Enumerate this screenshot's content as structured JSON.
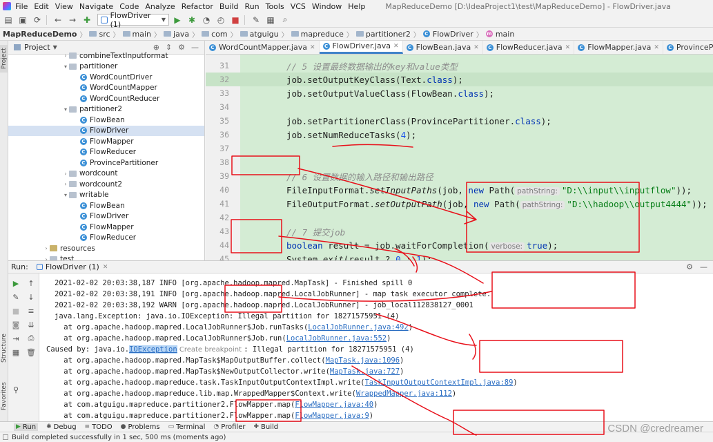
{
  "window": {
    "title": "MapReduceDemo [D:\\IdeaProject1\\test\\MapReduceDemo] - FlowDriver.java",
    "menu": [
      "File",
      "Edit",
      "View",
      "Navigate",
      "Code",
      "Analyze",
      "Refactor",
      "Build",
      "Run",
      "Tools",
      "VCS",
      "Window",
      "Help"
    ]
  },
  "toolbar": {
    "run_config": "FlowDriver (1)"
  },
  "breadcrumb": [
    "MapReduceDemo",
    "src",
    "main",
    "java",
    "com",
    "atguigu",
    "mapreduce",
    "partitioner2",
    "FlowDriver",
    "main"
  ],
  "project_panel": {
    "title": "Project",
    "tree": [
      {
        "label": "combineTextInputformat",
        "type": "package"
      },
      {
        "label": "partitioner",
        "type": "package"
      },
      {
        "label": "WordCountDriver",
        "type": "class"
      },
      {
        "label": "WordCountMapper",
        "type": "class"
      },
      {
        "label": "WordCountReducer",
        "type": "class"
      },
      {
        "label": "partitioner2",
        "type": "package"
      },
      {
        "label": "FlowBean",
        "type": "class"
      },
      {
        "label": "FlowDriver",
        "type": "class",
        "selected": true
      },
      {
        "label": "FlowMapper",
        "type": "class"
      },
      {
        "label": "FlowReducer",
        "type": "class"
      },
      {
        "label": "ProvincePartitioner",
        "type": "class"
      },
      {
        "label": "wordcount",
        "type": "package"
      },
      {
        "label": "wordcount2",
        "type": "package"
      },
      {
        "label": "writable",
        "type": "package"
      },
      {
        "label": "FlowBean",
        "type": "class"
      },
      {
        "label": "FlowDriver",
        "type": "class"
      },
      {
        "label": "FlowMapper",
        "type": "class"
      },
      {
        "label": "FlowReducer",
        "type": "class"
      },
      {
        "label": "resources",
        "type": "resources"
      },
      {
        "label": "test",
        "type": "package"
      }
    ]
  },
  "editor_tabs": [
    {
      "label": "WordCountMapper.java",
      "active": false
    },
    {
      "label": "FlowDriver.java",
      "active": true
    },
    {
      "label": "FlowBean.java",
      "active": false
    },
    {
      "label": "FlowReducer.java",
      "active": false
    },
    {
      "label": "FlowMapper.java",
      "active": false
    },
    {
      "label": "ProvincePartitioner.java",
      "active": false
    }
  ],
  "code": {
    "line_numbers": [
      "31",
      "32",
      "33",
      "34",
      "35",
      "36",
      "37",
      "38",
      "39",
      "40",
      "41",
      "42",
      "43",
      "44",
      "45"
    ],
    "l31": "// 5 设置最终数据输出的key和value类型",
    "l32a": "job.setOutputKeyClass(Text.",
    "l32b": "class",
    "l32c": ");",
    "l33a": "job.setOutputValueClass(FlowBean.",
    "l33b": "class",
    "l33c": ");",
    "l35a": "job.setPartitionerClass(ProvincePartitioner.",
    "l35b": "class",
    "l35c": ");",
    "l36a": "job.setNumReduceTasks(",
    "l36b": "4",
    "l36c": ");",
    "l39": "// 6 设置数据的输入路径和输出路径",
    "l40a": "FileInputFormat.",
    "l40b": "setInputPaths",
    "l40c": "(job, ",
    "l40d": "new",
    "l40e": " Path(",
    "l40hint": "pathString:",
    "l40f": "\"D:\\\\input\\\\inputflow\"",
    "l40g": "));",
    "l41a": "FileOutputFormat.",
    "l41b": "setOutputPath",
    "l41c": "(job, ",
    "l41d": "new",
    "l41e": " Path(",
    "l41hint": "pathString:",
    "l41f": "\"D:\\\\hadoop\\\\output4444\"",
    "l41g": "));",
    "l43": "// 7 提交job",
    "l44a": "boolean",
    "l44b": " result = job.waitForCompletion(",
    "l44hint": "verbose:",
    "l44c": "true",
    "l44d": ");",
    "l45a": "System.",
    "l45b": "exit",
    "l45c": "(result ? ",
    "l45d": "0",
    "l45e": " : ",
    "l45f": "1",
    "l45g": ");"
  },
  "run_panel": {
    "label": "Run:",
    "tab": "FlowDriver (1)",
    "lines": {
      "c1": "2021-02-02 20:03:38,187 INFO [org.apache.hadoop.mapred.MapTask] - Finished spill 0",
      "c2": "2021-02-02 20:03:38,191 INFO [org.apache.hadoop.mapred.LocalJobRunner] - map task executor complete.",
      "c3": "2021-02-02 20:03:38,192 WARN [org.apache.hadoop.mapred.LocalJobRunner] - job_local112838127_0001",
      "c4": "java.lang.Exception: java.io.IOException: Illegal partition for 18271575951 (4)",
      "c5a": "    at org.apache.hadoop.mapred.LocalJobRunner$Job.runTasks(",
      "c5b": "LocalJobRunner.java:492",
      "c5c": ")",
      "c6a": "    at org.apache.hadoop.mapred.LocalJobRunner$Job.run(",
      "c6b": "LocalJobRunner.java:552",
      "c6c": ")",
      "c7a": "Caused by: java.io.",
      "c7b": "IOException",
      "c7hint": " Create breakpoint ",
      "c7c": ": Illegal partition for 18271575951 (4)",
      "c8a": "    at org.apache.hadoop.mapred.MapTask$MapOutputBuffer.collect(",
      "c8b": "MapTask.java:1096",
      "c8c": ")",
      "c9a": "    at org.apache.hadoop.mapred.MapTask$NewOutputCollector.write(",
      "c9b": "MapTask.java:727",
      "c9c": ")",
      "c10a": "    at org.apache.hadoop.mapreduce.task.TaskInputOutputContextImpl.write(",
      "c10b": "TaskInputOutputContextImpl.java:89",
      "c10c": ")",
      "c11a": "    at org.apache.hadoop.mapreduce.lib.map.WrappedMapper$Context.write(",
      "c11b": "WrappedMapper.java:112",
      "c11c": ")",
      "c12a": "    at com.atguigu.mapreduce.partitioner2.FlowMapper.map(",
      "c12b": "FlowMapper.java:40",
      "c12c": ")",
      "c13a": "    at com.atguigu.mapreduce.partitioner2.FlowMapper.map(",
      "c13b": "FlowMapper.java:9",
      "c13c": ")"
    }
  },
  "bottom_tabs": [
    "Run",
    "Debug",
    "TODO",
    "Problems",
    "Terminal",
    "Profiler",
    "Build"
  ],
  "side_tabs": [
    "Project",
    "Structure",
    "Favorites"
  ],
  "status": "Build completed successfully in 1 sec, 500 ms (moments ago)",
  "watermark": "CSDN @credreamer",
  "colors": {
    "annotation": "#e8101a",
    "editor_highlight": "#d4ecd4",
    "selection": "#d5e1f2",
    "accent": "#4083c9"
  }
}
